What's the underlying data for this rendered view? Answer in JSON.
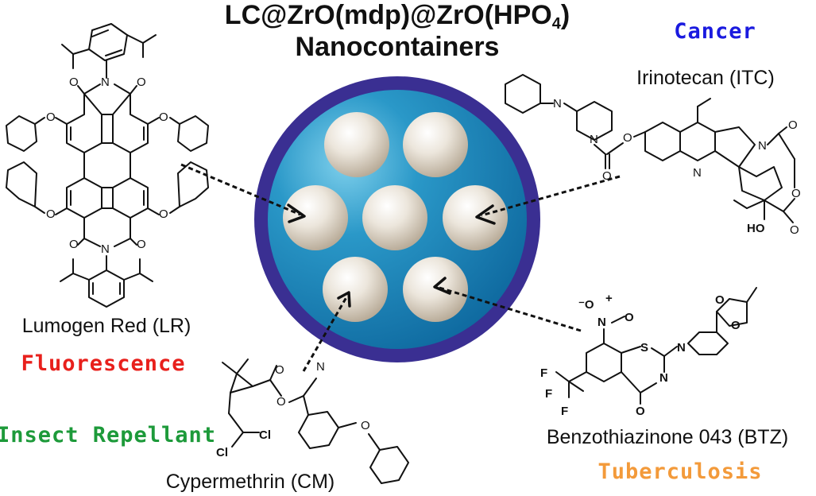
{
  "title": {
    "line1": "LC@ZrO(mdp)@ZrO(HPO",
    "line1_sub": "4",
    "line1_end": ")",
    "line2": "Nanocontainers"
  },
  "compounds": {
    "lumogen": {
      "name": "Lumogen Red (LR)",
      "application": "Fluorescence",
      "color": "#e8201c"
    },
    "irinotecan": {
      "name": "Irinotecan (ITC)",
      "application": "Cancer",
      "color": "#1a1adf"
    },
    "cypermethrin": {
      "name": "Cypermethrin (CM)",
      "application": "Insect Repellant",
      "color": "#1d9a3a"
    },
    "btz": {
      "name": "Benzothiazinone 043 (BTZ)",
      "application": "Tuberculosis",
      "color": "#f39a3a"
    }
  },
  "atoms": {
    "N": "N",
    "O": "O",
    "Cl": "Cl",
    "F": "F",
    "S": "S",
    "HO": "HO",
    "nitro_neg": "⁻O",
    "nitro_pos": "+"
  },
  "colors": {
    "shell_outer": "#3a2f92",
    "shell_inner": "#1478ad",
    "pore": "#e4ddd2"
  }
}
